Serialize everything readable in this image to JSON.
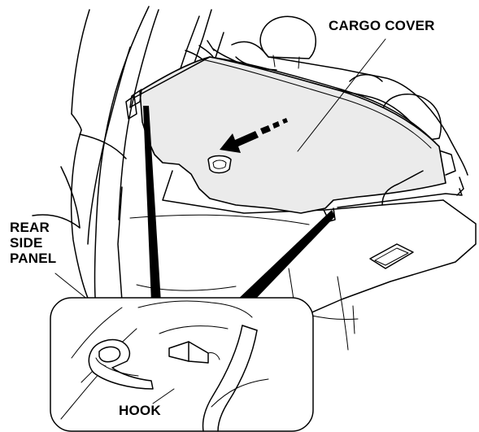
{
  "labels": {
    "cargo_cover": "CARGO COVER",
    "rear_side_panel": [
      "REAR",
      "SIDE",
      "PANEL"
    ],
    "hook": "HOOK"
  },
  "colors": {
    "line": "#000000",
    "cover_fill": "#ebebeb",
    "background": "#ffffff"
  },
  "icons": {
    "direction_arrow": "pull-forward-arrow-icon"
  }
}
